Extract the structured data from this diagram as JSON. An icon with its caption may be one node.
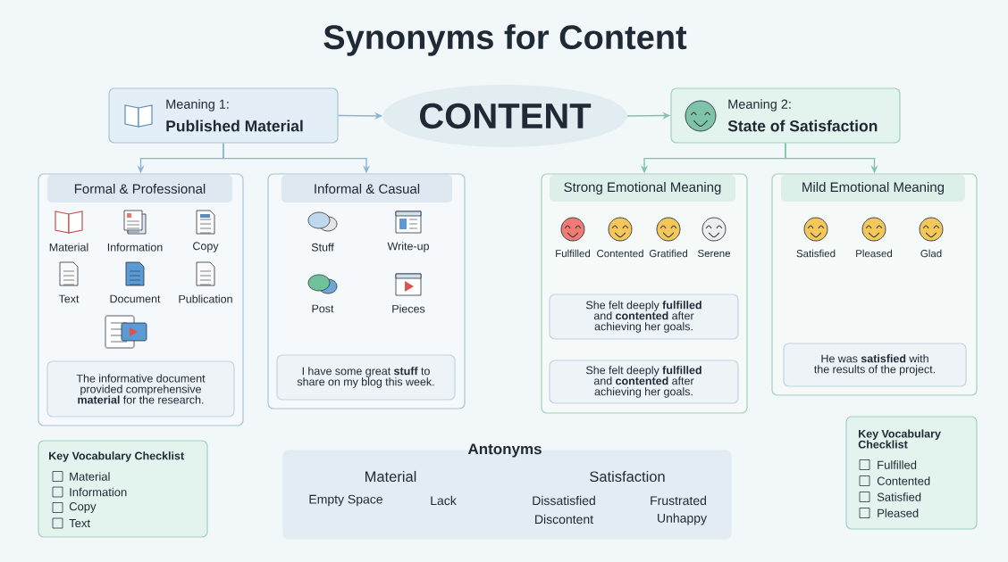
{
  "diagram": {
    "title": "Synonyms for Content",
    "nodes": [
      {
        "text": [
          "Meaning 1:",
          "Published Material"
        ]
      },
      {
        "text": [
          "CONTENT"
        ]
      },
      {
        "text": [
          "Meaning 2:",
          "State of Satisfaction"
        ]
      },
      {
        "text": [
          "Formal & Professional"
        ]
      },
      {
        "text": [
          "The informative document provided comprehensive **material** for the research."
        ],
        "in": 3
      },
      {
        "text": [
          "Informal & Casual"
        ]
      },
      {
        "text": [
          "I have some great **stuff** to share on my blog this week."
        ],
        "in": 5
      },
      {
        "text": [
          "Strong Emotional Meaning"
        ]
      },
      {
        "text": [
          "She felt deeply **fulfilled** and **contented** after achieving her goals."
        ],
        "in": 7
      },
      {
        "text": [
          "She felt deeply **fulfilled** and **contented** after achieving her goals."
        ],
        "in": 7
      },
      {
        "text": [
          "Mild Emotional Meaning"
        ]
      },
      {
        "text": [
          "He was **satisfied** with the results of the project."
        ],
        "in": 10
      },
      {
        "text": [
          "Key Vocabulary Checklist",
          "Material",
          "Information",
          "Copy",
          "Text"
        ]
      },
      {
        "text": [
          "Antonyms",
          "Material",
          "Empty Space",
          "Lack",
          "Satisfaction",
          "Dissatisfied",
          "Frustrated",
          "Discontent",
          "Unhappy"
        ]
      },
      {
        "text": [
          "Key Vocabulary Checklist",
          "Fulfilled",
          "Contented",
          "Satisfied",
          "Pleased"
        ]
      }
    ],
    "edges": [
      {
        "from": 0,
        "to": 1,
        "arrow": "to"
      },
      {
        "from": 1,
        "to": 2,
        "arrow": "to",
        "color": "#7fc4a8"
      },
      {
        "from": 0,
        "to": 3,
        "arrow": "to"
      },
      {
        "from": 0,
        "to": 5,
        "arrow": "to"
      },
      {
        "from": 2,
        "to": 7,
        "arrow": "to",
        "color": "#7fc4a8"
      },
      {
        "from": 2,
        "to": 10,
        "arrow": "to",
        "color": "#7fc4a8"
      }
    ],
    "labels": [
      "Material",
      "Information",
      "Copy",
      "Text",
      "Document",
      "Publication",
      "Stuff",
      "Write-up",
      "Post",
      "Pieces",
      "Fulfilled",
      "Contented",
      "Gratified",
      "Serene",
      "Satisfied",
      "Pleased",
      "Glad"
    ]
  }
}
